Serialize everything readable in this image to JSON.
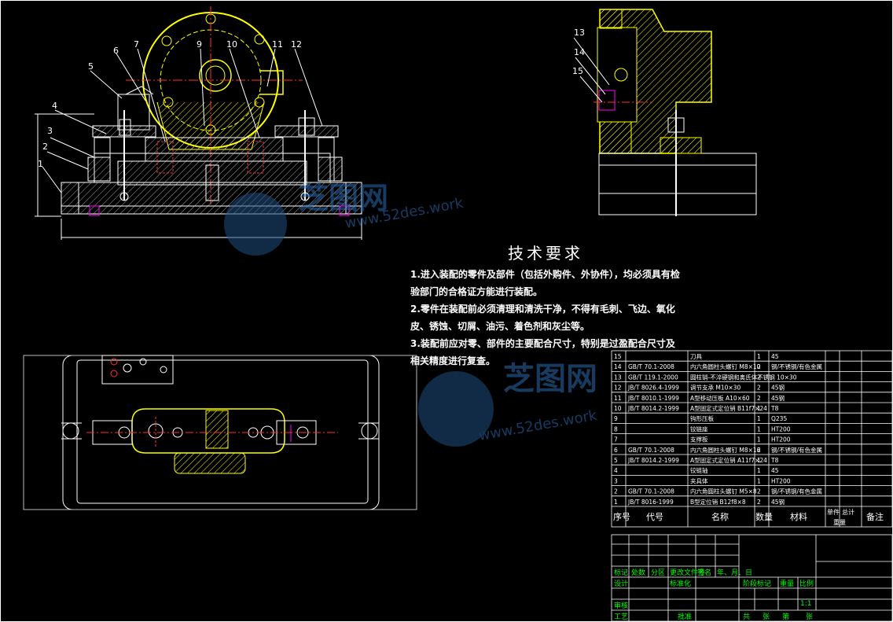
{
  "drawing": {
    "tech_title": "技术要求",
    "tech_lines": [
      "1.进入装配的零件及部件（包括外购件、外协件），均必须具有检验部门的合格证方能进行装配。",
      "2.零件在装配前必须清理和清洗干净，不得有毛刺、飞边、氧化皮、锈蚀、切屑、油污、着色剂和灰尘等。",
      "3.装配前应对零、部件的主要配合尺寸，特别是过盈配合尺寸及相关精度进行复查。"
    ],
    "balloons": [
      "1",
      "2",
      "3",
      "4",
      "5",
      "6",
      "7",
      "9",
      "10",
      "11",
      "12",
      "13",
      "14",
      "15"
    ],
    "colors": {
      "background": "#000000",
      "line": "#ffffff",
      "part": "#ffff00",
      "hidden": "#ff3030",
      "center": "#ff3030",
      "accent": "#ff00ff"
    }
  },
  "bom": {
    "rows": [
      {
        "no": "15",
        "code": "",
        "name": "刀具",
        "qty": "1",
        "material": "45",
        "note": ""
      },
      {
        "no": "14",
        "code": "GB/T 70.1-2008",
        "name": "内六角圆柱头螺钉 M8×10",
        "qty": "2",
        "material": "钢/不锈钢/有色金属",
        "note": ""
      },
      {
        "no": "13",
        "code": "GB/T 119.1-2000",
        "name": "圆柱销-不淬硬钢和奥氏体不锈钢 10×30",
        "qty": "2",
        "material": "",
        "note": ""
      },
      {
        "no": "12",
        "code": "JB/T 8026.4-1999",
        "name": "调节支承 M10×30",
        "qty": "2",
        "material": "45钢",
        "note": ""
      },
      {
        "no": "11",
        "code": "JB/T 8010.1-1999",
        "name": "A型移动压板 A10×60",
        "qty": "2",
        "material": "45钢",
        "note": ""
      },
      {
        "no": "10",
        "code": "JB/T 8014.2-1999",
        "name": "A型固定式定位销 B11f7×24",
        "qty": "1",
        "material": "T8",
        "note": ""
      },
      {
        "no": "9",
        "code": "",
        "name": "钩形压板",
        "qty": "1",
        "material": "Q235",
        "note": ""
      },
      {
        "no": "8",
        "code": "",
        "name": "铰链座",
        "qty": "1",
        "material": "HT200",
        "note": ""
      },
      {
        "no": "7",
        "code": "",
        "name": "支撑板",
        "qty": "1",
        "material": "HT200",
        "note": ""
      },
      {
        "no": "6",
        "code": "GB/T 70.1-2008",
        "name": "内六角圆柱头螺钉 M8×16",
        "qty": "2",
        "material": "钢/不锈钢/有色金属",
        "note": ""
      },
      {
        "no": "5",
        "code": "JB/T 8014.2-1999",
        "name": "A型固定式定位销 A11f7×24",
        "qty": "1",
        "material": "T8",
        "note": ""
      },
      {
        "no": "4",
        "code": "",
        "name": "铰链轴",
        "qty": "1",
        "material": "45",
        "note": ""
      },
      {
        "no": "3",
        "code": "",
        "name": "夹具体",
        "qty": "1",
        "material": "HT200",
        "note": ""
      },
      {
        "no": "2",
        "code": "GB/T 70.1-2008",
        "name": "内六角圆柱头螺钉 M5×8",
        "qty": "2",
        "material": "钢/不锈钢/有色金属",
        "note": ""
      },
      {
        "no": "1",
        "code": "JB/T 8016-1999",
        "name": "B型定位销 B12f8×8",
        "qty": "2",
        "material": "45钢",
        "note": ""
      }
    ],
    "header": {
      "no": "序号",
      "code": "代号",
      "name": "名称",
      "qty": "数量",
      "material": "材料",
      "single": "单件",
      "total": "总计",
      "weight": "重量",
      "note": "备注"
    }
  },
  "title_block": {
    "marks": "标记",
    "count": "处数",
    "zone": "分区",
    "change_doc": "更改文件号",
    "signature": "签名",
    "date": "年、月、日",
    "design": "设计",
    "standardize": "标准化",
    "stage_mark": "阶段标记",
    "weight": "重量",
    "scale": "比例",
    "scale_value": "1:1",
    "review": "审核",
    "process": "工艺",
    "approve": "批准",
    "sheets_total": "共",
    "sheets_unit": "张",
    "sheet_no": "第",
    "sheet_unit2": "张"
  },
  "watermark": {
    "brand": "芝图网",
    "url": "www.52des.work"
  }
}
